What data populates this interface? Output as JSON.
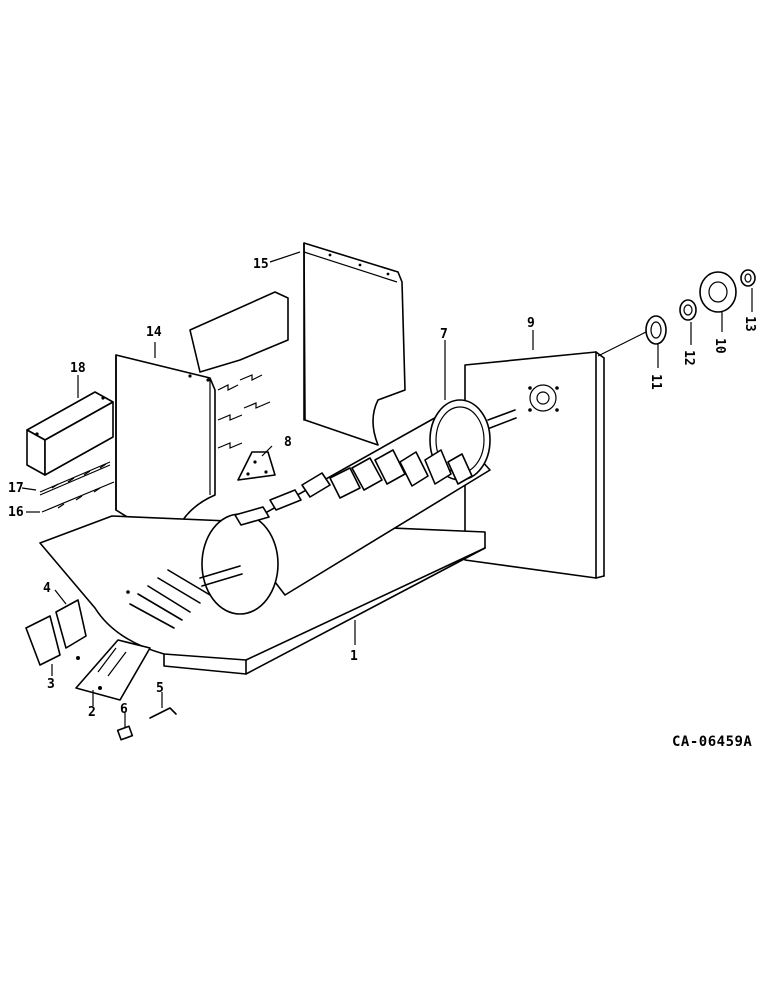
{
  "diagram": {
    "drawing_code": "CA-06459A",
    "callouts": {
      "p1": "1",
      "p2": "2",
      "p3": "3",
      "p4": "4",
      "p5": "5",
      "p6": "6",
      "p7": "7",
      "p8": "8",
      "p9": "9",
      "p10": "10",
      "p11": "11",
      "p12": "12",
      "p13": "13",
      "p14": "14",
      "p15": "15",
      "p16": "16",
      "p17": "17",
      "p18": "18"
    }
  }
}
